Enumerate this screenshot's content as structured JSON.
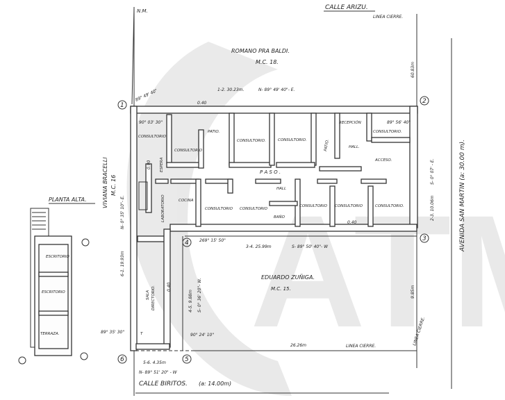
{
  "streets": {
    "top": "CALLE ARIZU.",
    "right": "AVENIDA SAN MARTIN (a: 30.00 m).",
    "bottom": "CALLE BIRITOS.",
    "bottom_width": "(a: 14.00m)"
  },
  "north": "N.M.",
  "linea_cierre": "LINEA CIERRE.",
  "neighbors": {
    "top_owner": "ROMANO PRA BALDI.",
    "top_lot": "M.C. 18.",
    "left_owner": "VIVIANA BRACELLI",
    "left_lot": "M.C. 16",
    "bottom_owner": "EDUARDO ZUÑIGA.",
    "bottom_lot": "M.C. 15."
  },
  "survey": {
    "side_1_2": "1-2. 30.23m.",
    "bearing_1_2": "N- 89° 49' 40\"- E.",
    "side_2_3": "2-3. 10.06m",
    "bearing_2_3": "S- 0° 07' - E.",
    "side_3_4": "3-4. 25.99m",
    "bearing_3_4": "S- 89° 50' 40\"- W",
    "side_4_5": "4-5. 9.88m",
    "bearing_4_5": "S- 0° 36' 20\"- W.",
    "side_5_6": "5-6. 4.35m",
    "bearing_5_6": "N- 89° 51' 20\" - W",
    "side_6_1": "6-1. 19.93m",
    "bearing_6_1": "N- 0° 35' 10\"- E.",
    "angle_1": "89° 49' 40\"",
    "angle_1b": "90° 03' 30\"",
    "angle_2": "89° 56' 40\"",
    "angle_4": "269° 15' 50\"",
    "angle_5": "90° 24' 10\"",
    "angle_6": "89° 35' 30\"",
    "dim_top_right": "60.83m",
    "dim_right_lower": "9.85m",
    "dim_bottom": "26.26m",
    "dim_small": "0.40",
    "dim_left": "0.90"
  },
  "points": [
    "1",
    "2",
    "3",
    "4",
    "5",
    "6"
  ],
  "rooms": {
    "consultorio": "CONSULTORIO",
    "consultorio_dot": "CONSULTORIO.",
    "patio": "PATIO.",
    "recepcion": "RECEPCIÓN",
    "hall": "HALL.",
    "hall2": "HALL",
    "espera": "ESPERA",
    "acceso": "ACCESO.",
    "paso": "P A S O .",
    "laboratorio": "LABORATORIO",
    "cocina": "COCINA",
    "bano": "BAÑO",
    "sala": "SALA",
    "directorio": "DIRECTORIO.",
    "terraza_mark": "T",
    "escritorio": "ESCRITORIO",
    "escritorio2": "ESCRITORIO",
    "terraza": "TERRAZA."
  },
  "planta_alta": "PLANTA ALTA.",
  "watermark": "ATM"
}
